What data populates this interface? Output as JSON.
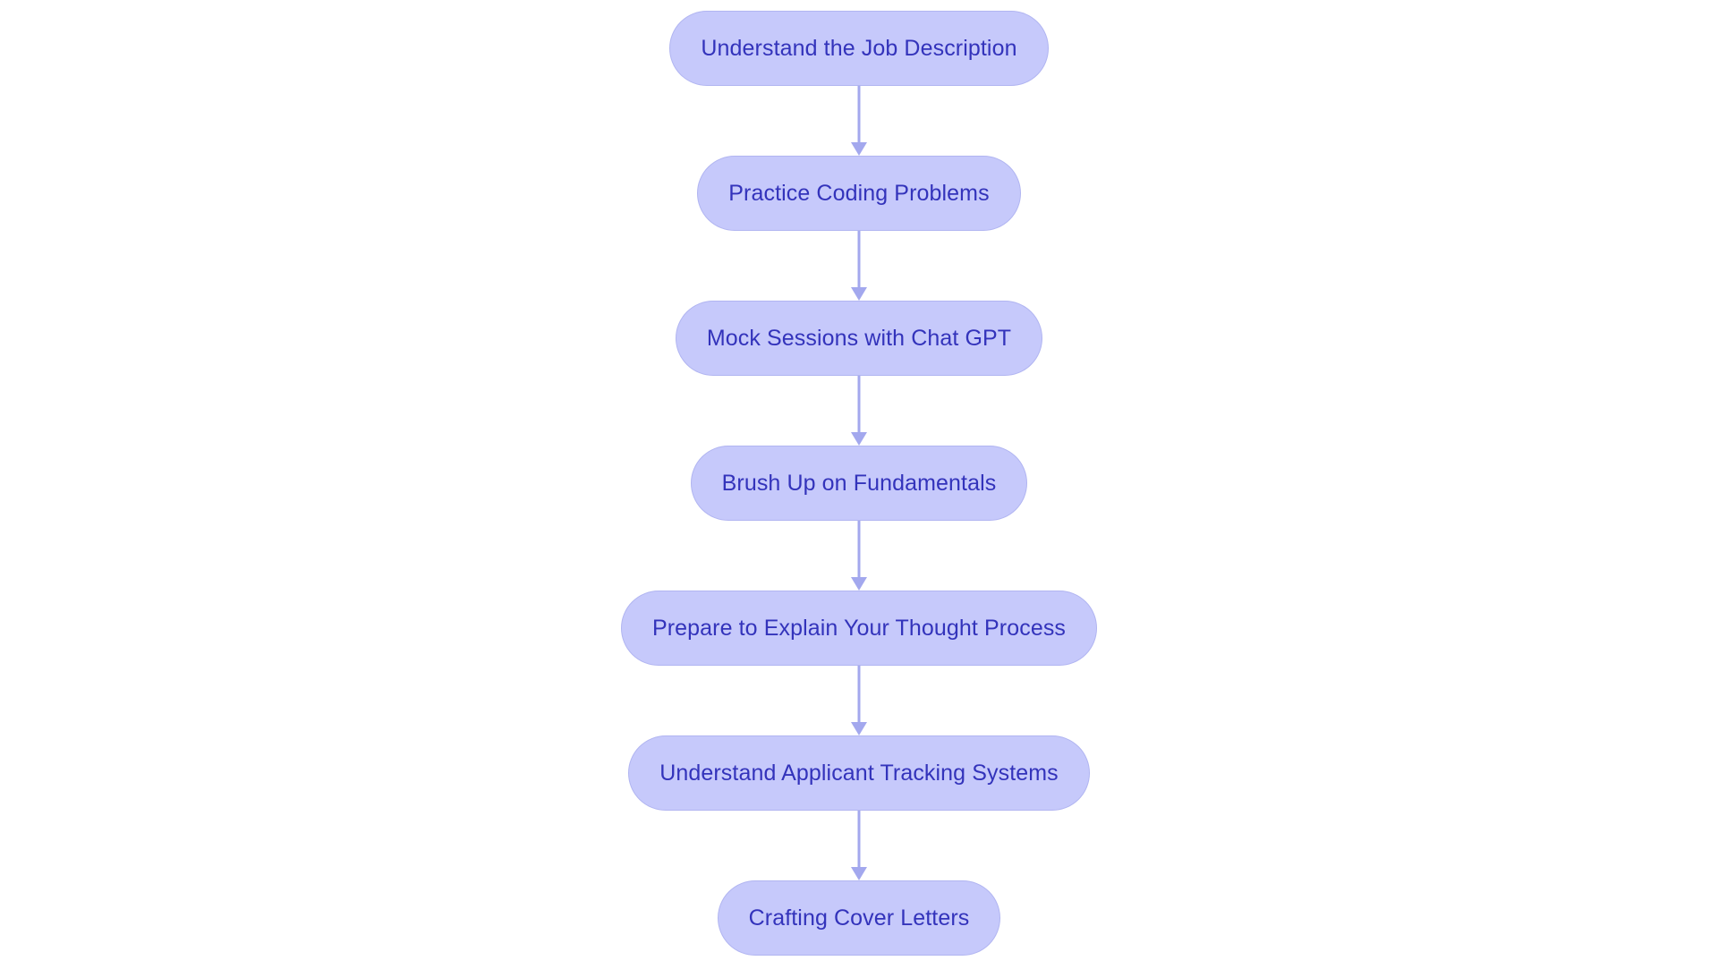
{
  "diagram": {
    "type": "flowchart",
    "orientation": "top-to-bottom",
    "title": "",
    "background_color": "#ffffff",
    "node_fill_color": "#c6c9fb",
    "node_border_color": "#b1b5f1",
    "node_text_color": "#3333bb",
    "connector_color": "#a3a8ee",
    "node_shape": "stadium",
    "nodes": [
      {
        "id": "n1",
        "label": "Understand the Job Description"
      },
      {
        "id": "n2",
        "label": "Practice Coding Problems"
      },
      {
        "id": "n3",
        "label": "Mock Sessions with Chat GPT"
      },
      {
        "id": "n4",
        "label": "Brush Up on Fundamentals"
      },
      {
        "id": "n5",
        "label": "Prepare to Explain Your Thought Process"
      },
      {
        "id": "n6",
        "label": "Understand Applicant Tracking Systems"
      },
      {
        "id": "n7",
        "label": "Crafting Cover Letters"
      }
    ],
    "edges": [
      {
        "from": "n1",
        "to": "n2",
        "label": "",
        "arrow": "down"
      },
      {
        "from": "n2",
        "to": "n3",
        "label": "",
        "arrow": "down"
      },
      {
        "from": "n3",
        "to": "n4",
        "label": "",
        "arrow": "down"
      },
      {
        "from": "n4",
        "to": "n5",
        "label": "",
        "arrow": "down"
      },
      {
        "from": "n5",
        "to": "n6",
        "label": "",
        "arrow": "down"
      },
      {
        "from": "n6",
        "to": "n7",
        "label": "",
        "arrow": "down"
      }
    ]
  }
}
